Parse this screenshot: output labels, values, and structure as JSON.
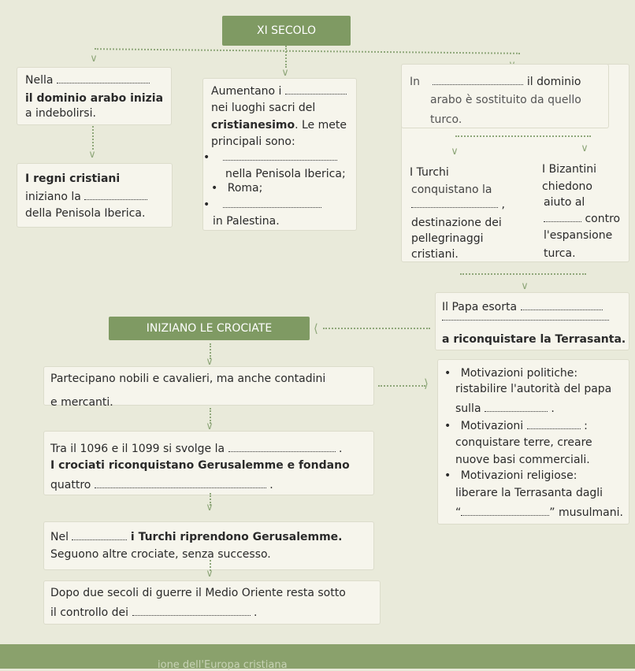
{
  "header": {
    "title": "XI SECOLO"
  },
  "col1": {
    "nella": "Nella",
    "line2": "il dominio arabo inizia",
    "line3": "a indebolirsi.",
    "regni_title": "I regni cristiani",
    "regni_l2": "iniziano la",
    "regni_l3": "della Penisola Iberica."
  },
  "col2": {
    "line1": "Aumentano i",
    "line2": "nei luoghi sacri del",
    "line3a": "cristianesimo",
    "line3b": ". Le mete",
    "line4": "principali sono:",
    "item2": "nella Penisola Iberica;",
    "item3": "Roma;",
    "item5": "in Palestina."
  },
  "col3": {
    "in": "In",
    "dominio": "il dominio",
    "l2": "arabo è sostituito da quello",
    "l3": "turco.",
    "turchi_title": "I Turchi",
    "turchi_l2": "conquistano la",
    "turchi_l4": "destinazione dei",
    "turchi_l5": "pellegrinaggi",
    "turchi_l6": "cristiani."
  },
  "col4": {
    "title": "I Bizantini",
    "l2": "chiedono",
    "l3": "aiuto al",
    "l4": "contro",
    "l5": "l'espansione",
    "l6": "turca."
  },
  "papa": {
    "l1": "Il Papa esorta",
    "l3": "a riconquistare la Terrasanta."
  },
  "crociate": {
    "label": "INIZIANO LE CROCIATE"
  },
  "left_chain": {
    "p1_l1": "Partecipano nobili e cavalieri, ma anche contadini",
    "p1_l2": "e mercanti.",
    "p2_l1": "Tra il 1096 e il 1099 si svolge la",
    "p2_l2": "I crociati riconquistano Gerusalemme e fondano",
    "p2_l3": "quattro",
    "p3_nel": "Nel",
    "p3_rest": "i Turchi riprendono Gerusalemme.",
    "p3_l2": "Seguono altre crociate, senza successo.",
    "p4_l1": "Dopo due secoli di guerre il Medio Oriente resta sotto",
    "p4_l2": "il controllo dei"
  },
  "motivazioni": {
    "pol_title": "Motivazioni politiche:",
    "pol_l2": "ristabilire l'autorità del papa",
    "pol_l3": "sulla",
    "eco_title": "Motivazioni",
    "eco_l2": "conquistare terre, creare",
    "eco_l3": "nuove basi commerciali.",
    "rel_title": "Motivazioni religiose:",
    "rel_l2": "liberare la Terrasanta dagli",
    "rel_l3_open": "“",
    "rel_l3_close": "” musulmani."
  },
  "footer": {
    "text": "ione dell'Europa cristiana"
  }
}
